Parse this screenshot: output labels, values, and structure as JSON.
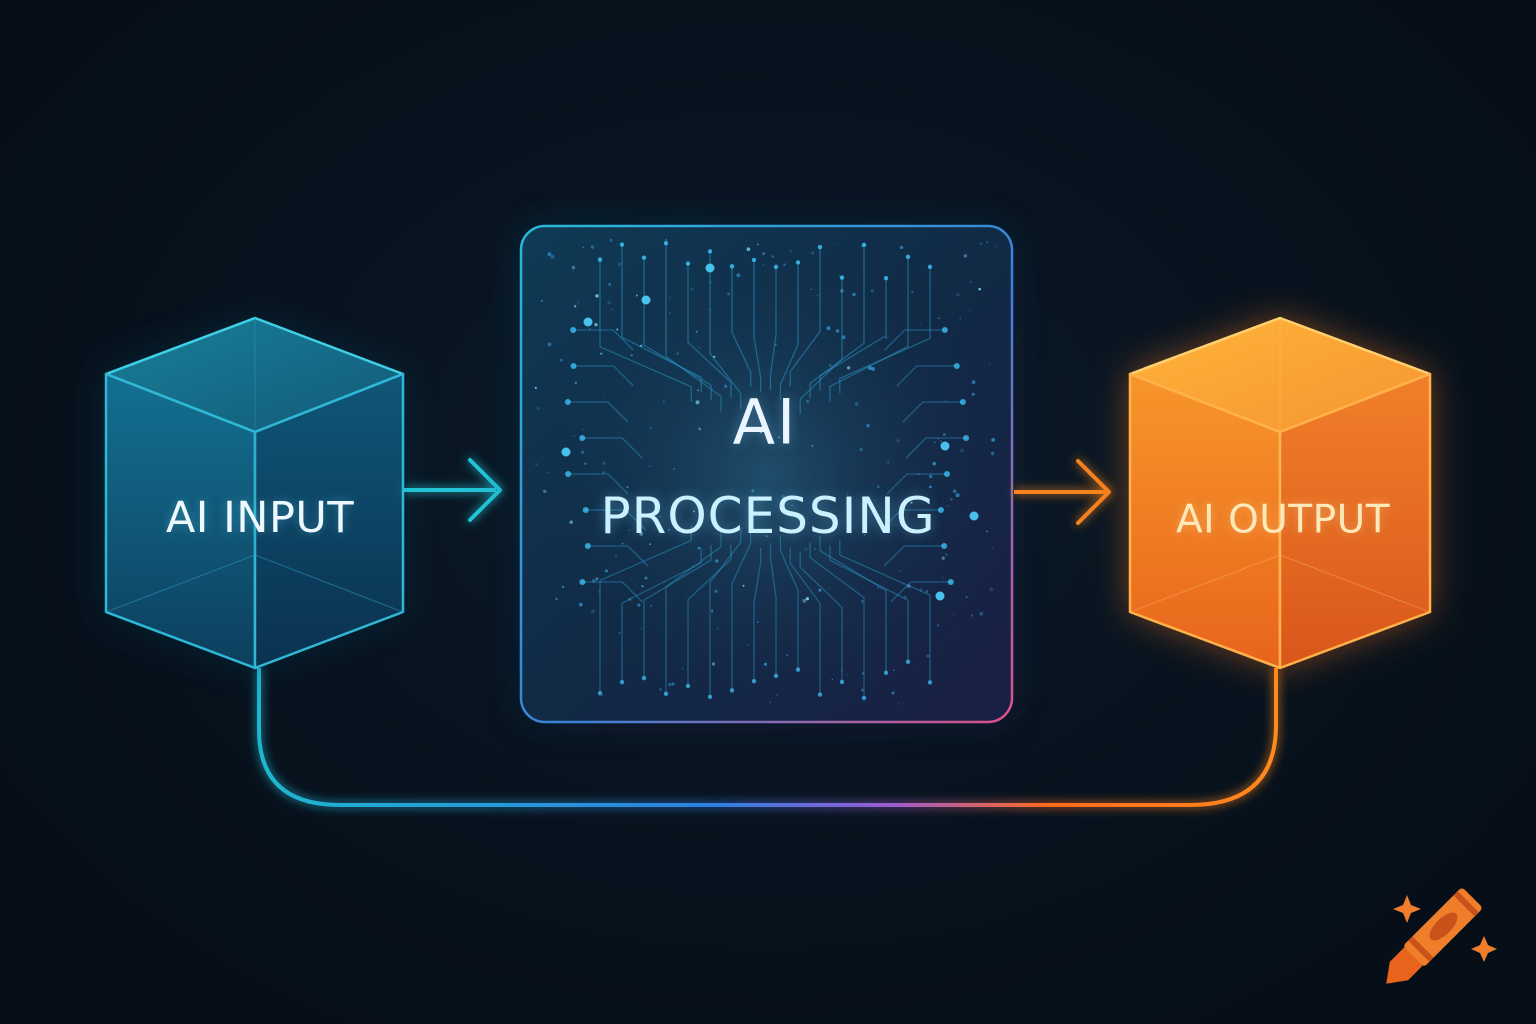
{
  "nodes": {
    "input": {
      "label": "AI INPUT",
      "color": "#1aa7c9"
    },
    "processing": {
      "title": "AI",
      "subtitle": "PROCESSING",
      "color": "#2a90c8"
    },
    "output": {
      "label": "AI OUTPUT",
      "color": "#f28a22"
    }
  },
  "edges": [
    {
      "from": "input",
      "to": "processing",
      "color": "#22c3d6"
    },
    {
      "from": "processing",
      "to": "output",
      "color": "#f5821f"
    },
    {
      "from": "input",
      "to": "output",
      "style": "loop-below",
      "gradient": [
        "#1fb6cf",
        "#2f7fe0",
        "#ff7a1a"
      ]
    }
  ],
  "logo": {
    "icon": "crayon-icon",
    "color": "#f07d2a"
  }
}
